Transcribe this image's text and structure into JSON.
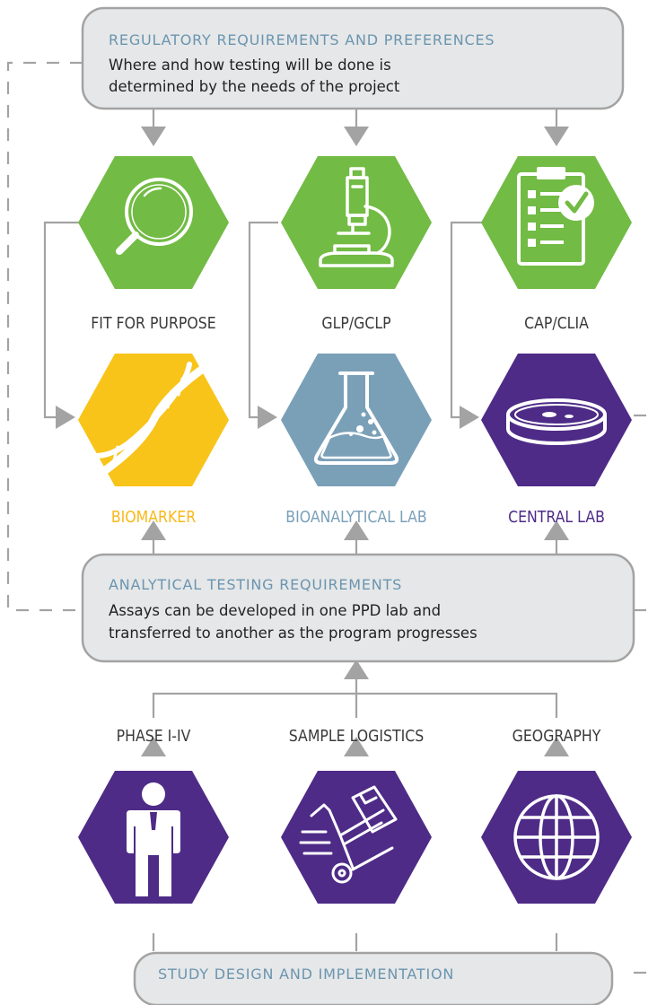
{
  "colors": {
    "green": "#72bb44",
    "yellow": "#f8c41a",
    "steel_blue": "#7aa0b8",
    "purple": "#4e2b87",
    "gray_line": "#a3a3a3",
    "box_fill": "#e6e7e8",
    "box_title": "#6a95b0",
    "label_dark": "#3a3a3a"
  },
  "regulatory_box": {
    "title": "REGULATORY REQUIREMENTS AND PREFERENCES",
    "line1": "Where and how testing will be done is",
    "line2": "determined by the needs of the project"
  },
  "standards": [
    {
      "label": "FIT FOR PURPOSE",
      "icon": "magnifier-icon"
    },
    {
      "label": "GLP/GCLP",
      "icon": "microscope-icon"
    },
    {
      "label": "CAP/CLIA",
      "icon": "clipboard-check-icon"
    }
  ],
  "labs": [
    {
      "label": "BIOMARKER",
      "icon": "dna-icon",
      "color": "#f8b81a"
    },
    {
      "label": "BIOANALYTICAL LAB",
      "icon": "flask-icon",
      "color": "#7aa0b8"
    },
    {
      "label": "CENTRAL LAB",
      "icon": "petri-dish-icon",
      "color": "#4e2b87"
    }
  ],
  "analytical_box": {
    "title": "ANALYTICAL TESTING REQUIREMENTS",
    "line1": "Assays can be developed in one PPD lab and",
    "line2": "transferred to another as the program progresses"
  },
  "factors": [
    {
      "label": "PHASE I-IV",
      "icon": "person-icon"
    },
    {
      "label": "SAMPLE LOGISTICS",
      "icon": "hand-truck-icon"
    },
    {
      "label": "GEOGRAPHY",
      "icon": "globe-icon"
    }
  ],
  "study_box": {
    "title": "STUDY DESIGN AND IMPLEMENTATION"
  }
}
